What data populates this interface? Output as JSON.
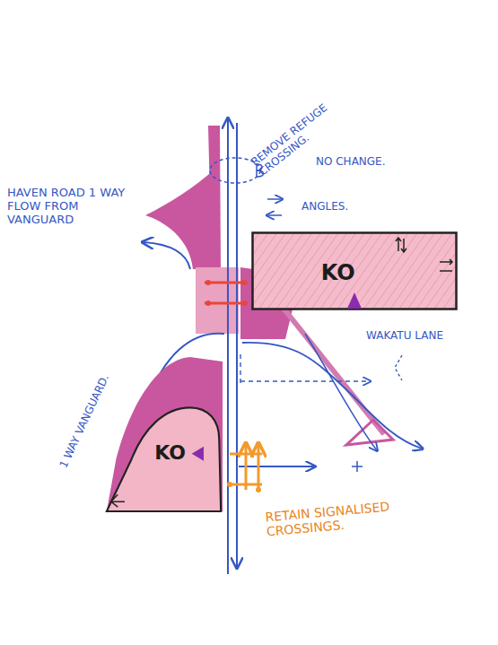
{
  "diagram": {
    "nodes": [
      {
        "text": [
          "KO"
        ]
      },
      {
        "text": [
          "KO"
        ]
      }
    ],
    "labels": [
      "REMOVE REFUGE CROSSING.",
      "NO CHANGE.",
      "ANGLES.",
      "HAVEN ROAD 1 WAY FLOW FROM VANGUARD",
      "WAKATU LANE",
      "1 WAY VANGUARD.",
      "RETAIN SIGNALISED CROSSINGS."
    ]
  }
}
